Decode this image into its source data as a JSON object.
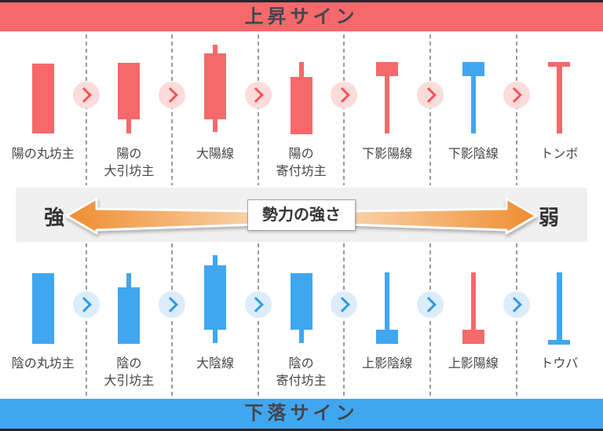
{
  "banners": {
    "top": {
      "label": "上昇サイン",
      "bg": "#f5696b"
    },
    "bottom": {
      "label": "下落サイン",
      "bg": "#41a6f0"
    }
  },
  "strength_bar": {
    "bg": "#f0f0f0",
    "left_label": "強",
    "right_label": "弱",
    "center_label": "勢力の強さ",
    "arrow_dark": "#ef8d31",
    "arrow_light": "#fce4c6"
  },
  "colors": {
    "bullish": "#f5696b",
    "bearish": "#41a6f0",
    "label_text": "#474747",
    "edge": "#23252b"
  },
  "rows": [
    {
      "name": "bullish-signals",
      "circle_bg": "#fbdcda",
      "chevron_color": "#f2565b",
      "candles": [
        {
          "label_lines": [
            "陽の丸坊主"
          ],
          "color": "bullish",
          "parts": [
            [
              "body",
              81,
              89
            ]
          ]
        },
        {
          "label_lines": [
            "陽の",
            "大引坊主"
          ],
          "color": "bullish",
          "parts": [
            [
              "body",
              80,
              72
            ],
            [
              "wick",
              152,
              18
            ]
          ]
        },
        {
          "label_lines": [
            "大陽線"
          ],
          "color": "bullish",
          "parts": [
            [
              "wick",
              57,
              11
            ],
            [
              "body",
              68,
              84
            ],
            [
              "wick",
              152,
              16
            ]
          ]
        },
        {
          "label_lines": [
            "陽の",
            "寄付坊主"
          ],
          "color": "bullish",
          "parts": [
            [
              "wick",
              79,
              19
            ],
            [
              "body",
              98,
              73
            ]
          ]
        },
        {
          "label_lines": [
            "下影陽線"
          ],
          "color": "bullish",
          "parts": [
            [
              "body",
              79,
              18
            ],
            [
              "wick",
              97,
              73
            ]
          ]
        },
        {
          "label_lines": [
            "下影陰線"
          ],
          "color": "bearish",
          "parts": [
            [
              "body",
              79,
              18
            ],
            [
              "wick",
              97,
              73
            ]
          ]
        },
        {
          "label_lines": [
            "トンボ"
          ],
          "color": "bullish",
          "parts": [
            [
              "bar",
              79,
              6
            ],
            [
              "line",
              85,
              85
            ]
          ]
        }
      ]
    },
    {
      "name": "bearish-signals",
      "circle_bg": "#dcecfb",
      "chevron_color": "#2e9be6",
      "candles": [
        {
          "label_lines": [
            "陰の丸坊主"
          ],
          "color": "bearish",
          "parts": [
            [
              "body",
              348,
              90
            ]
          ]
        },
        {
          "label_lines": [
            "陰の",
            "大引坊主"
          ],
          "color": "bearish",
          "parts": [
            [
              "wick",
              348,
              18
            ],
            [
              "body",
              366,
              72
            ]
          ]
        },
        {
          "label_lines": [
            "大陰線"
          ],
          "color": "bearish",
          "parts": [
            [
              "wick",
              325,
              13
            ],
            [
              "body",
              338,
              82
            ],
            [
              "wick",
              420,
              17
            ]
          ]
        },
        {
          "label_lines": [
            "陰の",
            "寄付坊主"
          ],
          "color": "bearish",
          "parts": [
            [
              "body",
              348,
              72
            ],
            [
              "wick",
              420,
              17
            ]
          ]
        },
        {
          "label_lines": [
            "上影陰線"
          ],
          "color": "bearish",
          "parts": [
            [
              "wick",
              347,
              73
            ],
            [
              "body",
              420,
              18
            ]
          ]
        },
        {
          "label_lines": [
            "上影陽線"
          ],
          "color": "bullish",
          "parts": [
            [
              "wick",
              347,
              73
            ],
            [
              "body",
              420,
              18
            ]
          ]
        },
        {
          "label_lines": [
            "トウバ"
          ],
          "color": "bearish",
          "parts": [
            [
              "line",
              347,
              86
            ],
            [
              "bar",
              433,
              6
            ]
          ]
        }
      ]
    }
  ]
}
